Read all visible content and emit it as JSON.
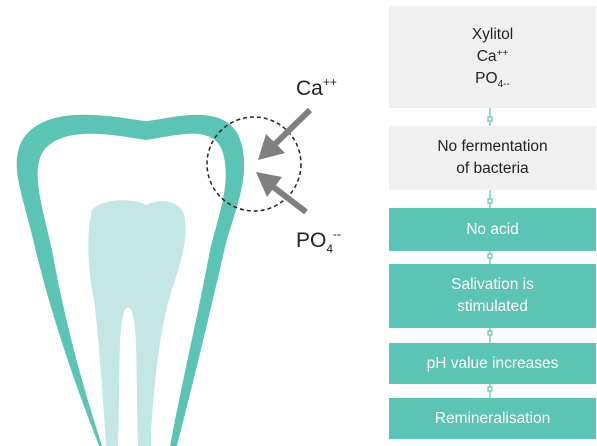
{
  "ions": {
    "calcium": {
      "base": "Ca",
      "charge": "++"
    },
    "phosphate": {
      "base": "PO",
      "subscript": "4",
      "charge": "--"
    }
  },
  "flow": {
    "steps": [
      {
        "lines": [
          "Xylitol"
        ],
        "calcium_base": "Ca",
        "calcium_charge": "++",
        "phosphate_base": "PO",
        "phosphate_sub": "4",
        "phosphate_charge": "--",
        "style": "grey"
      },
      {
        "lines": [
          "No fermentation",
          "of bacteria"
        ],
        "style": "grey"
      },
      {
        "lines": [
          "No acid"
        ],
        "style": "teal"
      },
      {
        "lines": [
          "Salivation is",
          "stimulated"
        ],
        "style": "teal"
      },
      {
        "lines": [
          "pH value increases"
        ],
        "style": "teal"
      },
      {
        "lines": [
          "Remineralisation"
        ],
        "style": "teal"
      }
    ]
  },
  "colors": {
    "enamel": "#5cc4b5",
    "pulp": "#c4e6e4",
    "step_grey": "#f0f0f1",
    "step_teal": "#5cc4b5",
    "arrow": "#808080"
  }
}
